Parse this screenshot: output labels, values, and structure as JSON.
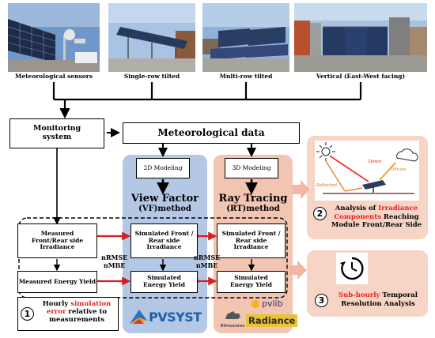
{
  "photos": [
    {
      "caption": "Meteorological sensors"
    },
    {
      "caption": "Single-row tilted"
    },
    {
      "caption": "Multi-row tilted"
    },
    {
      "caption": "Vertical (East-West facing)"
    }
  ],
  "monitoring": "Monitoring system",
  "meteo": "Meteorological data",
  "vf": {
    "modeling": "2D Modeling",
    "title_line1": "View Factor",
    "title_line2": "(VF)method",
    "irr": "Simulated Front / Rear side Irradiance",
    "energy": "Simulated Energy Yield"
  },
  "rt": {
    "modeling": "3D Modeling",
    "title_line1": "Ray Tracing",
    "title_line2": "(RT)method",
    "irr": "Simulated Front / Rear side Irradiance",
    "energy": "Simulated Energy Yield"
  },
  "measured": {
    "irr": "Measured Front/Rear side Irradiance",
    "energy": "Measured Energy Yield"
  },
  "metrics": {
    "left_1": "nRMSE",
    "left_2": "nMBE",
    "right_1": "nRMSE",
    "right_2": "nMBE"
  },
  "item1": {
    "number": "1",
    "text_a": "Hourly ",
    "text_red": "simulation error",
    "text_b": " relative to measurements"
  },
  "item2": {
    "number": "2",
    "text_a": "Analysis of ",
    "text_red": "Irradiance Components",
    "text_b": " Reaching Module Front/Rear Side"
  },
  "item3": {
    "number": "3",
    "text_red": "Sub-hourly",
    "text_b": " Temporal Resolution Analysis"
  },
  "diagram_labels": {
    "direct": "Direct",
    "diffuse": "Diffuse",
    "reflected": "Reflected"
  },
  "logos": {
    "pvsyst": "PVSYST",
    "pvlib": "pvlib",
    "rhino": "Rhinoceros",
    "radiance": "Radiance"
  },
  "colors": {
    "vf_panel": "#b4c8e6",
    "rt_panel": "#f2c4b2",
    "right_panels": "#f6d4c6",
    "red_arrow": "#d42020",
    "highlight_text": "#e8221c",
    "big_arrow": "#f2b7a3"
  }
}
